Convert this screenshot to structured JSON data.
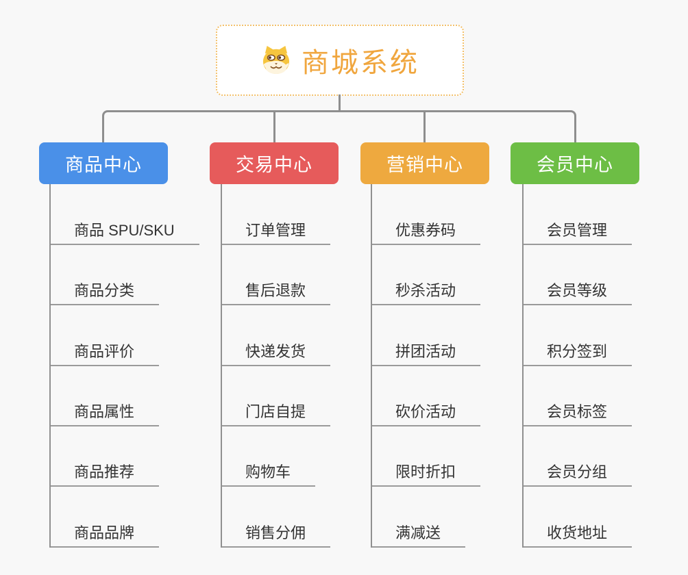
{
  "root": {
    "title": "商城系统",
    "icon": "shiba-dog-face-icon"
  },
  "branches": [
    {
      "label": "商品中心",
      "color": "#4a90e8",
      "children": [
        "商品 SPU/SKU",
        "商品分类",
        "商品评价",
        "商品属性",
        "商品推荐",
        "商品品牌"
      ]
    },
    {
      "label": "交易中心",
      "color": "#e65b5b",
      "children": [
        "订单管理",
        "售后退款",
        "快递发货",
        "门店自提",
        "购物车",
        "销售分佣"
      ]
    },
    {
      "label": "营销中心",
      "color": "#eea93f",
      "children": [
        "优惠券码",
        "秒杀活动",
        "拼团活动",
        "砍价活动",
        "限时折扣",
        "满减送"
      ]
    },
    {
      "label": "会员中心",
      "color": "#6dbe45",
      "children": [
        "会员管理",
        "会员等级",
        "积分签到",
        "会员标签",
        "会员分组",
        "收货地址"
      ]
    }
  ],
  "colors": {
    "background": "#f8f8f8",
    "connector": "#8e8e8e",
    "underline": "#9a9a9a",
    "child_text": "#333333",
    "root_text": "#f0a63e",
    "root_border": "#f3c06a"
  }
}
